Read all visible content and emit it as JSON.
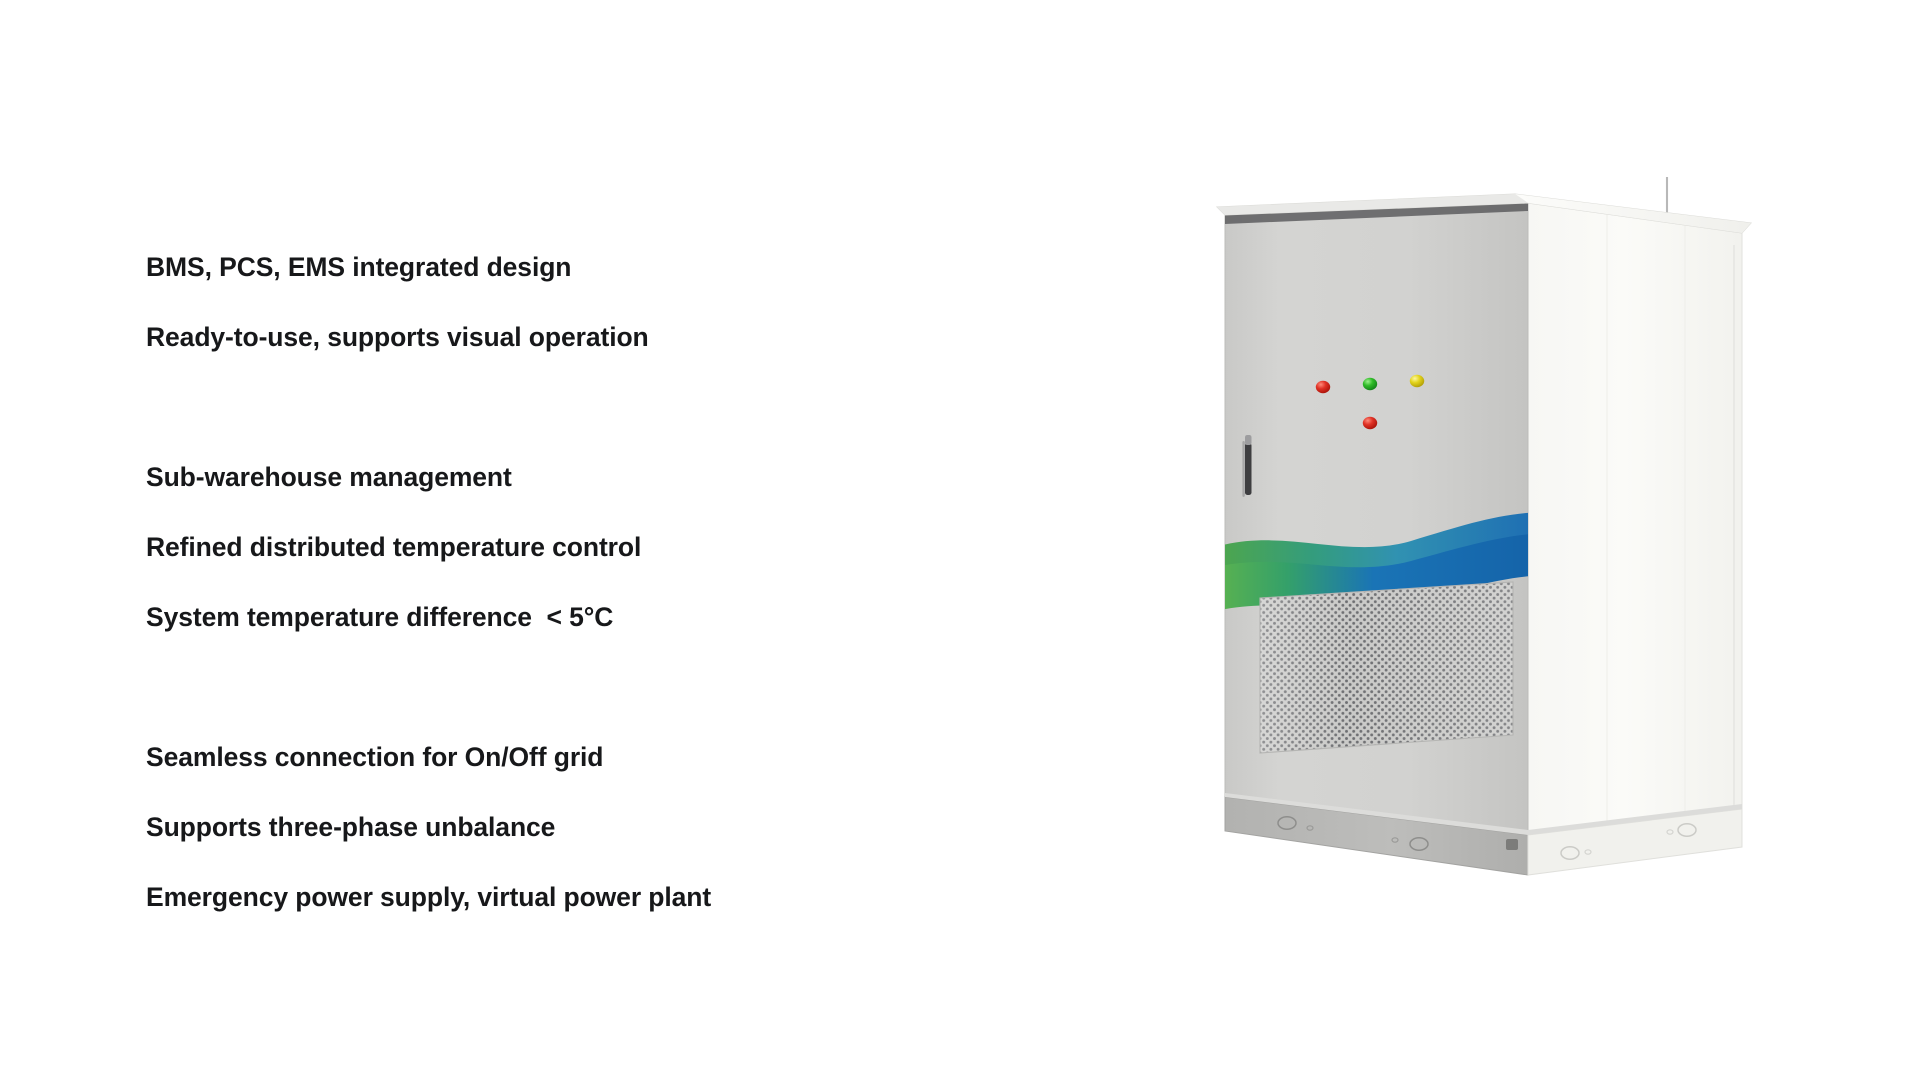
{
  "slide": {
    "background_color": "#ffffff",
    "text_color": "#17181a"
  },
  "feature_list": {
    "groups": [
      {
        "name": "integration",
        "lines": [
          "BMS, PCS, EMS integrated design",
          "Ready-to-use, supports visual operation"
        ]
      },
      {
        "name": "thermal-management",
        "lines": [
          "Sub-warehouse management",
          "Refined distributed temperature control",
          "System temperature difference  < 5°C"
        ]
      },
      {
        "name": "grid-capability",
        "lines": [
          "Seamless connection for On/Off grid",
          "Supports three-phase unbalance",
          "Emergency power supply, virtual power plant"
        ]
      }
    ]
  },
  "product": {
    "name": "outdoor-energy-storage-cabinet",
    "body_color": "#d2d2d0",
    "side_panel_color": "#fafaf7",
    "roof_color": "#e8e8e6",
    "plinth_color": "#b9b9b7",
    "wave_green": "#4aa545",
    "wave_blue": "#1668b3",
    "handle_color": "#4a4a4c",
    "antenna_color": "#c9c9c9",
    "indicators": [
      {
        "name": "alarm-led-red",
        "color": "#d52318"
      },
      {
        "name": "run-led-green",
        "color": "#2fbb27"
      },
      {
        "name": "warning-led-yellow",
        "color": "#e3d41c"
      },
      {
        "name": "fault-led-red",
        "color": "#d52318"
      }
    ],
    "vent_label": "perforated-ventilation-grille",
    "wave_label": "brand-wave-graphic"
  }
}
